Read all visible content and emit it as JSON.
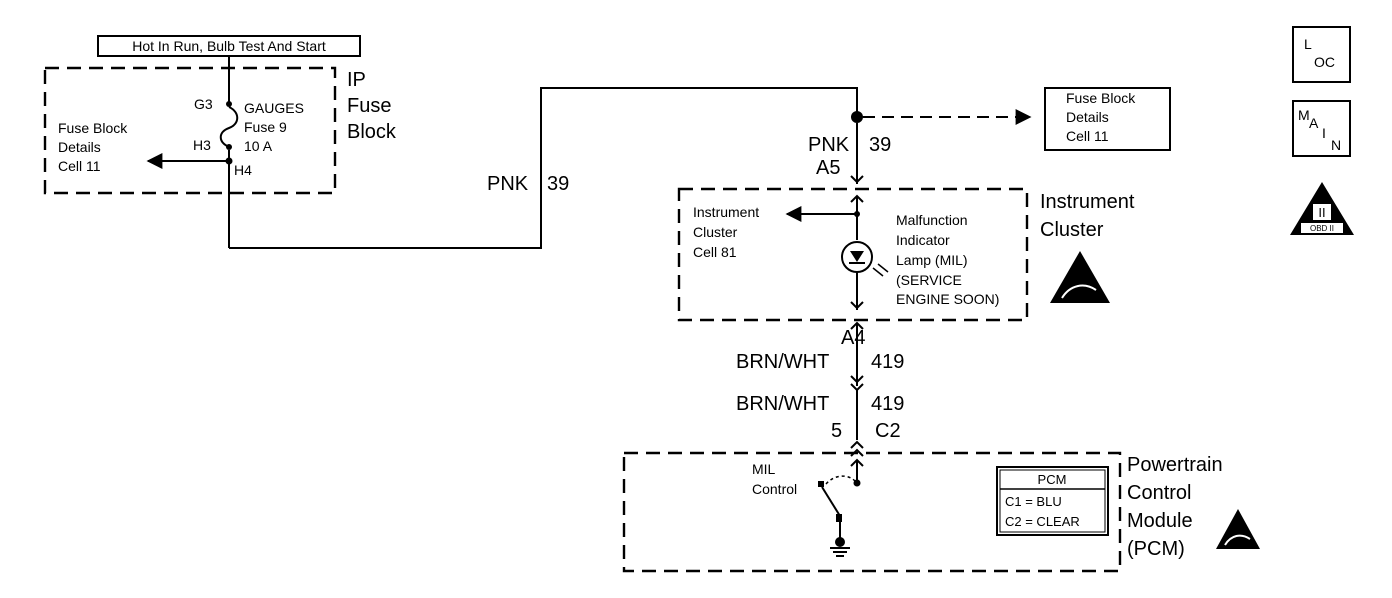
{
  "top_label": "Hot In Run, Bulb Test And Start",
  "ip_fuse_block": {
    "name_lines": [
      "IP",
      "Fuse",
      "Block"
    ],
    "terminals": {
      "g3": "G3",
      "h3": "H3",
      "h4": "H4"
    },
    "fuse_lines": [
      "GAUGES",
      "Fuse 9",
      "10 A"
    ],
    "ref_lines": [
      "Fuse Block",
      "Details",
      "Cell 11"
    ]
  },
  "wire_ip": {
    "color": "PNK",
    "circuit": "39"
  },
  "wire_top": {
    "color": "PNK",
    "circuit": "39",
    "connector": "A5"
  },
  "fuse_block_ref": {
    "lines": [
      "Fuse Block",
      "Details",
      "Cell 11"
    ]
  },
  "instrument_cluster": {
    "name_lines": [
      "Instrument",
      "Cluster"
    ],
    "ref_lines": [
      "Instrument",
      "Cluster",
      "Cell 81"
    ],
    "lamp_lines": [
      "Malfunction",
      "Indicator",
      "Lamp (MIL)",
      "(SERVICE",
      "ENGINE SOON)"
    ],
    "out_connector": "A4"
  },
  "wire_a4": {
    "color": "BRN/WHT",
    "circuit": "419"
  },
  "wire_c2": {
    "color": "BRN/WHT",
    "circuit": "419",
    "pin": "5",
    "connector": "C2"
  },
  "pcm": {
    "name_lines": [
      "Powertrain",
      "Control",
      "Module",
      "(PCM)"
    ],
    "control_lines": [
      "MIL",
      "Control"
    ],
    "table_title": "PCM",
    "table_rows": [
      "C1 = BLU",
      "C2 = CLEAR"
    ]
  },
  "symbols": {
    "loc": {
      "top": "L",
      "bottom": "OC"
    },
    "main": {
      "a": "M",
      "b": "A",
      "c": "I",
      "d": "N"
    },
    "obd": {
      "top": "II",
      "bottom": "OBD II"
    },
    "icon_names": [
      "esd-icon",
      "lamp-icon",
      "ground-icon"
    ]
  }
}
